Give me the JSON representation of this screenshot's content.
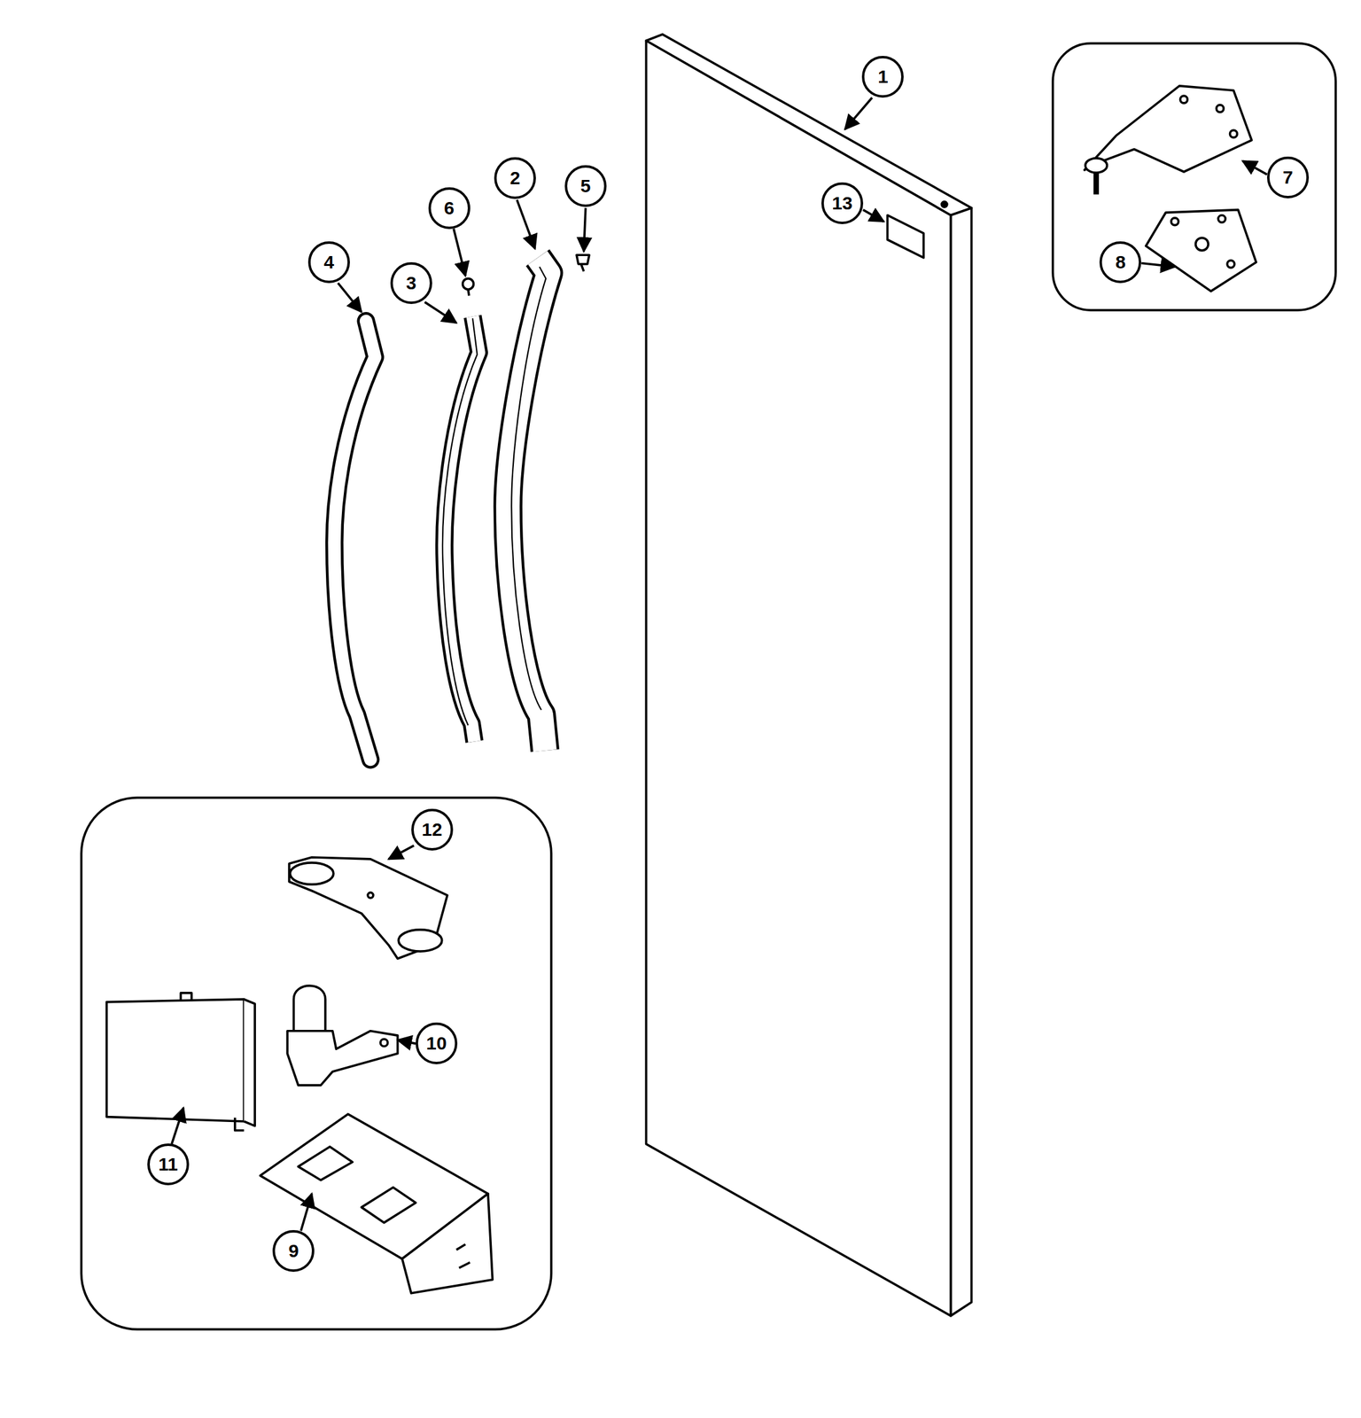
{
  "diagram": {
    "nodes": [
      {
        "text": [
          "1"
        ]
      },
      {
        "text": [
          "13"
        ]
      },
      {
        "text": [
          "2"
        ]
      },
      {
        "text": [
          "5"
        ]
      },
      {
        "text": [
          "6"
        ]
      },
      {
        "text": [
          "4"
        ]
      },
      {
        "text": [
          "3"
        ]
      },
      {
        "text": [
          "7"
        ]
      },
      {
        "text": [
          "8"
        ]
      },
      {
        "text": [
          "12"
        ]
      },
      {
        "text": [
          "10"
        ]
      },
      {
        "text": [
          "11"
        ]
      },
      {
        "text": [
          "9"
        ]
      }
    ]
  }
}
